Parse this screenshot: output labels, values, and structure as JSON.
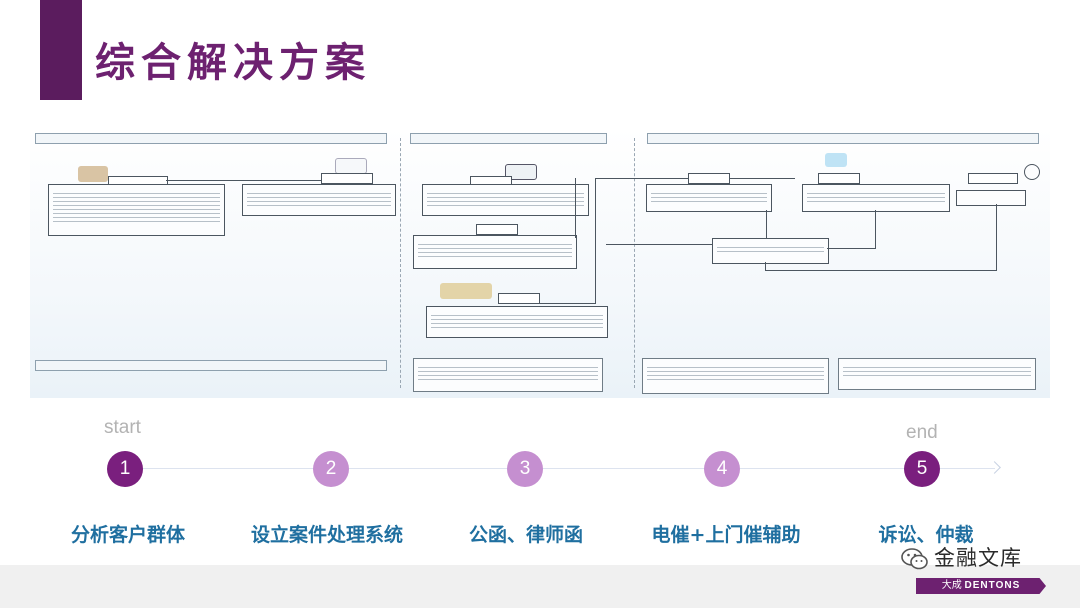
{
  "slide": {
    "title": "综合解决方案",
    "accent_color": "#5b1c5e"
  },
  "timeline": {
    "start_label": "start",
    "end_label": "end",
    "steps": [
      {
        "number": "1",
        "label": "分析客户群体",
        "color": "#7a1f7e"
      },
      {
        "number": "2",
        "label": "设立案件处理系统",
        "color": "#c58fd0"
      },
      {
        "number": "3",
        "label": "公函、律师函",
        "color": "#c58fd0"
      },
      {
        "number": "4",
        "label": "电催+上门催辅助",
        "color": "#c58fd0"
      },
      {
        "number": "5",
        "label": "诉讼、仲裁",
        "color": "#7a1f7e"
      }
    ]
  },
  "footer": {
    "watermark_text": "金融文库",
    "watermark_icon": "wechat-icon",
    "brand_cn": "大成",
    "brand_en": "DENTONS"
  }
}
